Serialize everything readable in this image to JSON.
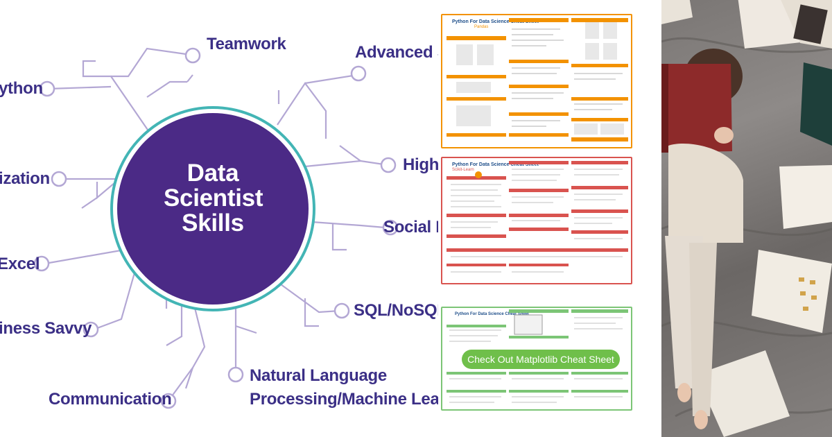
{
  "diagram": {
    "center": {
      "line1": "Data",
      "line2": "Scientist",
      "line3": "Skills"
    },
    "skills": {
      "teamwork": "Teamwork",
      "advanced_stats": "Advanced St",
      "python": "ython",
      "high": "High-",
      "visualization": "ization",
      "social": "Social M",
      "excel": "Excel",
      "sql": "SQL/NoSQL",
      "business": "iness Savvy",
      "nlp_line1": "Natural Language",
      "nlp_line2": "Processing/Machine Learnin",
      "communication": "Communication"
    }
  },
  "cheat_sheets": {
    "pandas_title": "Python For Data Science Cheat Sheet",
    "pandas_subtitle": "Pandas",
    "sklearn_title": "Python For Data Science Cheat Sheet",
    "sklearn_subtitle": "Scikit-Learn",
    "matplotlib_title": "Python For Data Science Cheat Sheet",
    "matplotlib_cta": "Check Out Matplotlib Cheat Sheet"
  },
  "colors": {
    "purple": "#4b2a86",
    "teal_ring": "#43b5b5",
    "line": "#b3a7d4",
    "pandas": "#f39200",
    "sklearn": "#d9534f",
    "matplotlib": "#7cc576"
  }
}
